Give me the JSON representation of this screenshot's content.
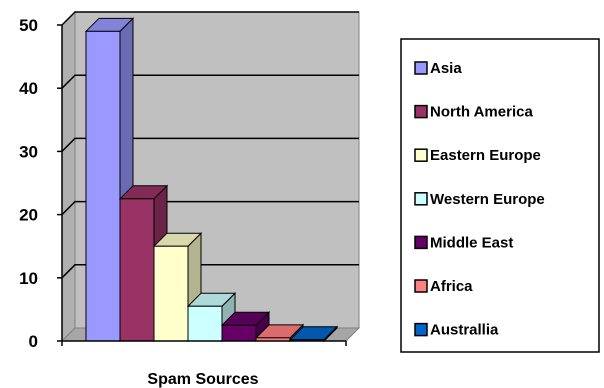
{
  "chart_data": {
    "type": "bar",
    "style": "3d-column",
    "title": "",
    "xlabel": "Spam Sources",
    "ylabel": "",
    "ylim": [
      0,
      50
    ],
    "yticks": [
      0,
      10,
      20,
      30,
      40,
      50
    ],
    "grid": true,
    "legend_position": "right",
    "categories": [
      "Asia",
      "North America",
      "Eastern Europe",
      "Western Europe",
      "Middle East",
      "Africa",
      "Australlia"
    ],
    "series": [
      {
        "name": "Asia",
        "value": 49,
        "color": "#9999FF"
      },
      {
        "name": "North America",
        "value": 22.5,
        "color": "#993366"
      },
      {
        "name": "Eastern Europe",
        "value": 15,
        "color": "#FFFFCC"
      },
      {
        "name": "Western Europe",
        "value": 5.5,
        "color": "#CCFFFF"
      },
      {
        "name": "Middle East",
        "value": 2.5,
        "color": "#660066"
      },
      {
        "name": "Africa",
        "value": 0.5,
        "color": "#FF8080"
      },
      {
        "name": "Australlia",
        "value": 0.2,
        "color": "#0066CC"
      }
    ],
    "colors": {
      "plot_wall": "#C0C0C0",
      "floor": "#A6A6A6",
      "gridline": "#000000"
    }
  }
}
